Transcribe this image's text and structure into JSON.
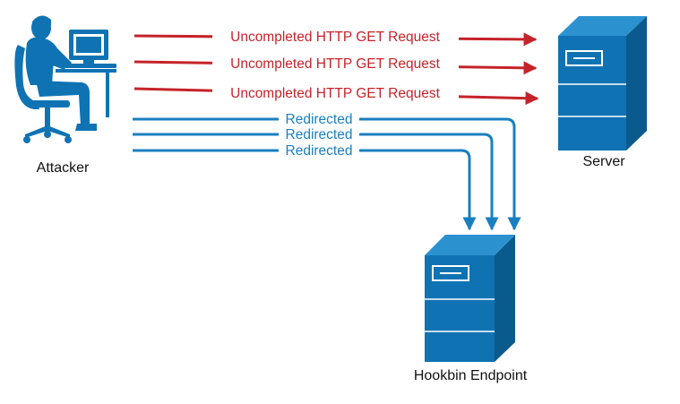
{
  "nodes": {
    "attacker": {
      "label": "Attacker",
      "icon": "computer-user-icon"
    },
    "server": {
      "label": "Server",
      "icon": "server-tower-icon"
    },
    "hookbin": {
      "label": "Hookbin Endpoint",
      "icon": "server-tower-icon"
    }
  },
  "requests": [
    {
      "label": "Uncompleted HTTP GET Request"
    },
    {
      "label": "Uncompleted HTTP GET Request"
    },
    {
      "label": "Uncompleted HTTP GET Request"
    }
  ],
  "redirects": [
    {
      "label": "Redirected"
    },
    {
      "label": "Redirected"
    },
    {
      "label": "Redirected"
    }
  ],
  "colors": {
    "request": "#c5232a",
    "redirect": "#1a7fc0",
    "icon_fill": "#0f73b3",
    "icon_dark": "#0b5a8e",
    "icon_light": "#2b92cf"
  }
}
